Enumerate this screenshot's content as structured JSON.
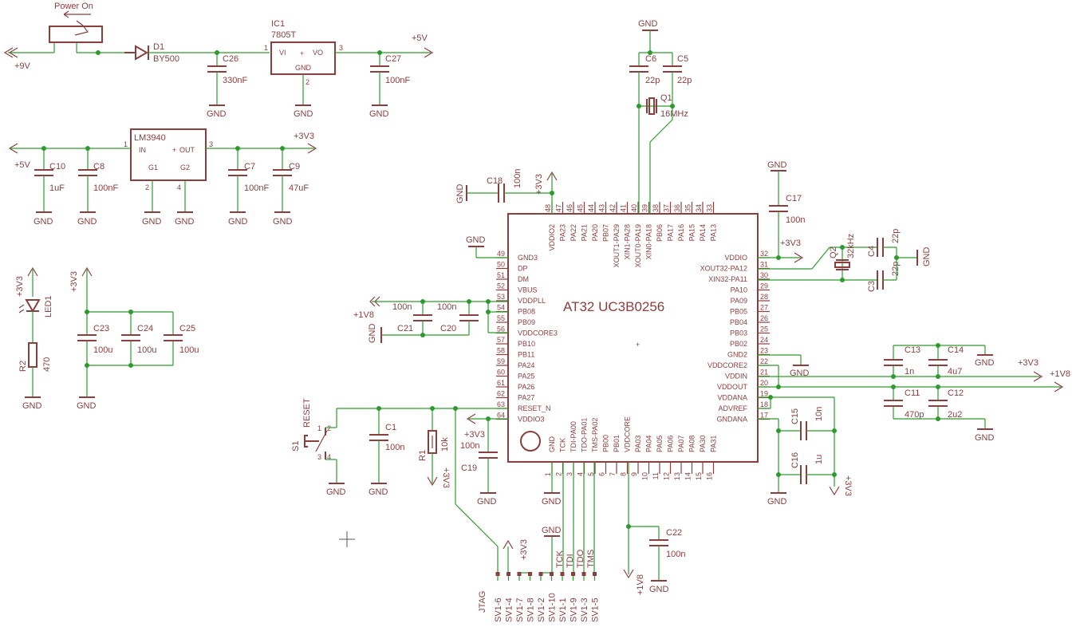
{
  "colors": {
    "symbol": "#8a3f3f",
    "wire": "#2e9a2e",
    "background": "#ffffff"
  },
  "labels": {
    "power_on": "Power On",
    "d1": "D1",
    "d1_val": "BY500",
    "ic1": "IC1",
    "ic1_val": "7805T",
    "vi": "VI",
    "vo": "VO",
    "gnd": "GND",
    "c26": "C26",
    "c26_val": "330nF",
    "c27": "C27",
    "c27_val": "100nF",
    "p9v": "+9V",
    "p5v": "+5V",
    "p3v3": "+3V3",
    "p1v8": "+1V8",
    "lm": "LM3940",
    "in": "IN",
    "out": "OUT",
    "g1": "G1",
    "g2": "G2",
    "c10": "C10",
    "c10_val": "1uF",
    "c8": "C8",
    "c8_val": "100nF",
    "c7": "C7",
    "c7_val": "100nF",
    "c9": "C9",
    "c9_val": "47uF",
    "led1": "LED1",
    "r2": "R2",
    "r2_val": "470",
    "c23": "C23",
    "c24": "C24",
    "c25": "C25",
    "v100u": "100u",
    "c6": "C6",
    "c5": "C5",
    "v22p": "22p",
    "q1": "Q1",
    "q1_val": "16MHz",
    "c18": "C18",
    "v100n": "100n",
    "c17": "C17",
    "q2": "Q2",
    "q2_val": "32kHz",
    "c4": "C4",
    "c3": "C3",
    "c21": "C21",
    "c20": "C20",
    "ic_name": "AT32 UC3B0256",
    "c13": "C13",
    "c13_val": "1n",
    "c14": "C14",
    "c14_val": "4u7",
    "c11": "C11",
    "c11_val": "470p",
    "c12": "C12",
    "c12_val": "2u2",
    "c15": "C15",
    "c15_val": "10n",
    "c16": "C16",
    "c16_val": "1u",
    "reset": "RESET",
    "s1": "S1",
    "c1": "C1",
    "r1": "R1",
    "r1_val": "10k",
    "c19": "C19",
    "c22": "C22",
    "jtag": "JTAG",
    "tck": "TCK",
    "tdi": "TDI",
    "tdo": "TDO",
    "tms": "TMS",
    "sv": [
      "SV1-6",
      "SV1-4",
      "SV1-7",
      "SV1-8",
      "SV1-2",
      "SV1-10",
      "SV1-1",
      "SV1-9",
      "SV1-3",
      "SV1-5"
    ],
    "n1": "1",
    "n2": "2",
    "n3": "3",
    "n4": "4"
  },
  "pins": {
    "left": [
      "GND3",
      "DP",
      "DM",
      "VBUS",
      "VDDPLL",
      "PB08",
      "PB09",
      "VDDCORE3",
      "PB10",
      "PB11",
      "PA24",
      "PA25",
      "PA26",
      "PA27",
      "RESET_N",
      "VDDIO3"
    ],
    "left_nums": [
      "49",
      "50",
      "51",
      "52",
      "53",
      "54",
      "55",
      "56",
      "57",
      "58",
      "59",
      "60",
      "61",
      "62",
      "63",
      "64"
    ],
    "right": [
      "VDDIO",
      "XOUT32-PA12",
      "XIN32-PA11",
      "PA10",
      "PA09",
      "PB05",
      "PB04",
      "PB03",
      "PB02",
      "GND2",
      "VDDCORE2",
      "VDDIN",
      "VDDOUT",
      "VDDANA",
      "ADVREF",
      "GNDANA"
    ],
    "right_nums": [
      "32",
      "31",
      "30",
      "29",
      "28",
      "27",
      "26",
      "25",
      "24",
      "23",
      "22",
      "21",
      "20",
      "19",
      "18",
      "17"
    ],
    "top": [
      "VDDIO2",
      "PA23",
      "PA22",
      "PA21",
      "PA20",
      "PB07",
      "XOUT1-PA29",
      "XIN1-PA28",
      "XOUT0-PA19",
      "XIN0-PA18",
      "PB06",
      "PA17",
      "PA16",
      "PA15",
      "PA14",
      "PA13"
    ],
    "top_nums": [
      "48",
      "47",
      "46",
      "45",
      "44",
      "43",
      "42",
      "41",
      "40",
      "39",
      "38",
      "37",
      "36",
      "35",
      "34",
      "33"
    ],
    "bottom": [
      "GND",
      "TCK",
      "TDI-PA00",
      "TDO-PA01",
      "TMS-PA02",
      "PB00",
      "PB01",
      "VDDCORE",
      "PA03",
      "PA04",
      "PA05",
      "PA06",
      "PA07",
      "PA08",
      "PA30",
      "PA31"
    ],
    "bottom_nums": [
      "1",
      "2",
      "3",
      "4",
      "5",
      "6",
      "7",
      "8",
      "9",
      "10",
      "11",
      "12",
      "13",
      "14",
      "15",
      "16"
    ]
  }
}
